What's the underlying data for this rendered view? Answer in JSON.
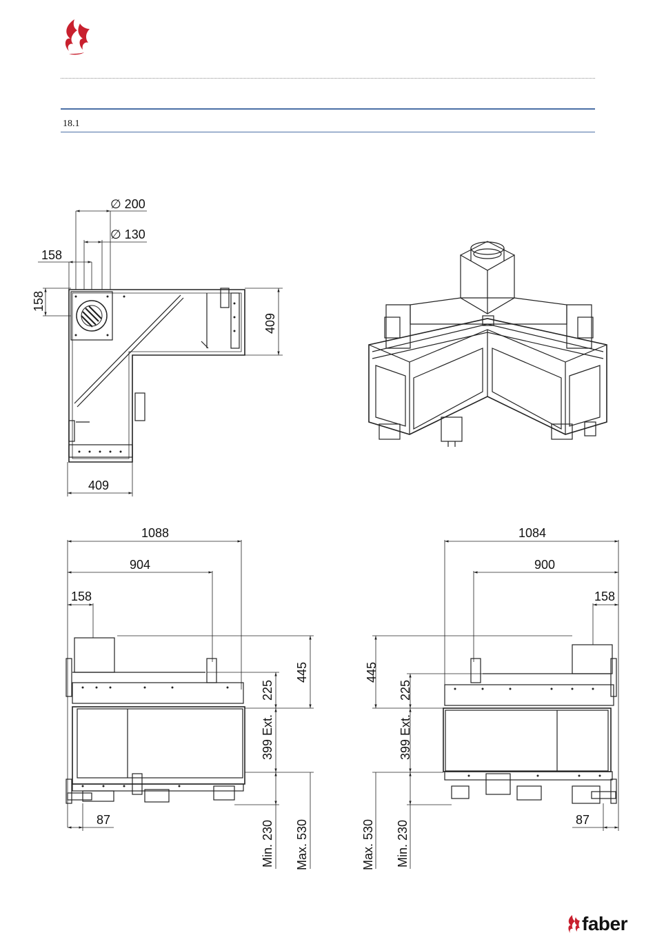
{
  "header": {
    "section_number": "18.1"
  },
  "brand": {
    "name": "faber",
    "flame_color": "#c8202e",
    "rule_color": "#4a6fa5"
  },
  "dimensions": {
    "top_view": {
      "dia_200": "∅ 200",
      "dia_130": "∅ 130",
      "horiz_158": "158",
      "vert_158": "158",
      "right_409": "409",
      "bottom_409": "409"
    },
    "left_view": {
      "w_1088": "1088",
      "w_904": "904",
      "w_158": "158",
      "h_445": "445",
      "h_225": "225",
      "h_399": "399 Ext.",
      "b_87": "87",
      "min_230": "Min. 230",
      "max_530": "Max. 530"
    },
    "right_view": {
      "w_1084": "1084",
      "w_900": "900",
      "w_158": "158",
      "h_445": "445",
      "h_225": "225",
      "h_399": "399 Ext.",
      "b_87": "87",
      "max_530": "Max. 530",
      "min_230": "Min. 230"
    }
  }
}
